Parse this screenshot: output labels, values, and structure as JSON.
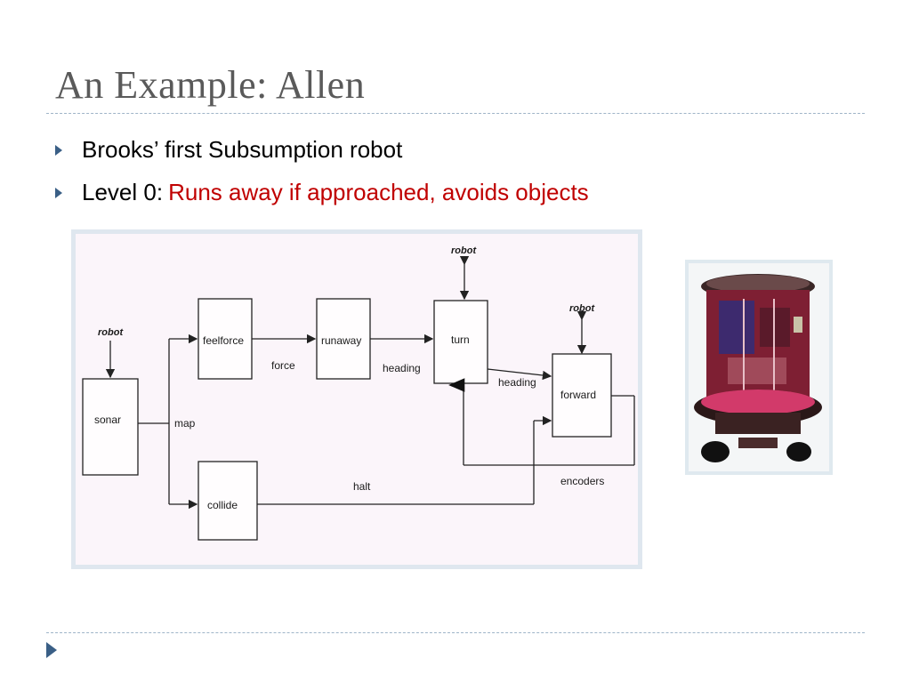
{
  "slide": {
    "title": "An Example: Allen",
    "bullets": [
      {
        "label": "Brooks’ first Subsumption robot",
        "accent": ""
      },
      {
        "label": "Level 0:",
        "accent": "Runs away if approached, avoids objects"
      }
    ]
  },
  "diagram": {
    "modules": [
      "sonar",
      "feelforce",
      "runaway",
      "turn",
      "forward",
      "collide"
    ],
    "inputs": [
      "robot",
      "robot",
      "robot"
    ],
    "signals": [
      "map",
      "force",
      "heading",
      "heading",
      "halt",
      "encoders"
    ]
  },
  "colors": {
    "title": "#5a5a5a",
    "accent": "#c00000",
    "bullet": "#3a5f86"
  },
  "icons": [
    "bullet-arrow-icon",
    "nav-arrow-icon"
  ]
}
